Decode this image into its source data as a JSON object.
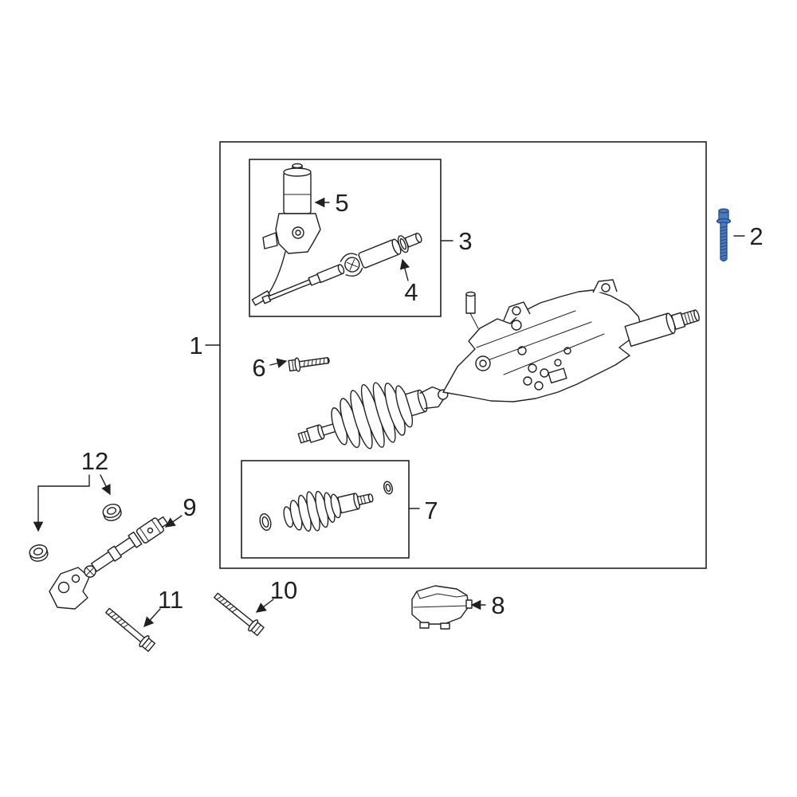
{
  "diagram": {
    "type": "exploded-parts-diagram",
    "background_color": "#ffffff",
    "line_color": "#231f20",
    "highlight_fill": "#4d79b8",
    "highlight_stroke": "#1e4b8f",
    "highlighted_callout": "2",
    "callouts": {
      "1": {
        "label": "1"
      },
      "2": {
        "label": "2"
      },
      "3": {
        "label": "3"
      },
      "4": {
        "label": "4"
      },
      "5": {
        "label": "5"
      },
      "6": {
        "label": "6"
      },
      "7": {
        "label": "7"
      },
      "8": {
        "label": "8"
      },
      "9": {
        "label": "9"
      },
      "10": {
        "label": "10"
      },
      "11": {
        "label": "11"
      },
      "12": {
        "label": "12"
      }
    }
  }
}
